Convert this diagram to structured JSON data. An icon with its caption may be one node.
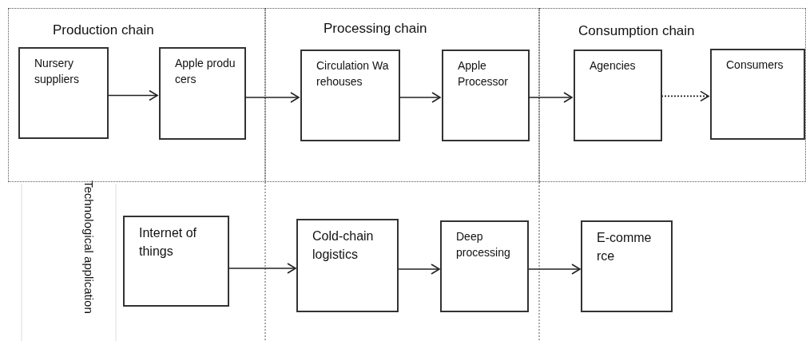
{
  "diagram": {
    "nodes": [
      {
        "text": [
          "Production chain"
        ]
      },
      {
        "text": [
          "Nursery suppliers"
        ],
        "in": 0
      },
      {
        "text": [
          "Apple producers"
        ],
        "in": 0
      },
      {
        "text": [
          "Processing chain"
        ]
      },
      {
        "text": [
          "Circulation Warehouses"
        ],
        "in": 3
      },
      {
        "text": [
          "Apple Processor"
        ],
        "in": 3
      },
      {
        "text": [
          "Consumption chain"
        ]
      },
      {
        "text": [
          "Agencies"
        ],
        "in": 6
      },
      {
        "text": [
          "Consumers"
        ],
        "in": 6
      },
      {
        "text": [
          "Internet of things"
        ]
      },
      {
        "text": [
          "Cold-chain logistics"
        ]
      },
      {
        "text": [
          "Deep processing"
        ]
      },
      {
        "text": [
          "E-commerce"
        ]
      }
    ],
    "edges": [
      {
        "from": 1,
        "to": 2,
        "arrow": "to"
      },
      {
        "from": 2,
        "to": 4,
        "arrow": "to"
      },
      {
        "from": 4,
        "to": 5,
        "arrow": "to"
      },
      {
        "from": 5,
        "to": 7,
        "arrow": "to"
      },
      {
        "from": 7,
        "to": 8,
        "arrow": "to",
        "style": "dashed"
      },
      {
        "from": 9,
        "to": 10,
        "arrow": "to"
      },
      {
        "from": 10,
        "to": 11,
        "arrow": "to"
      },
      {
        "from": 11,
        "to": 12,
        "arrow": "to"
      }
    ],
    "labels": [
      "Technological application"
    ]
  }
}
